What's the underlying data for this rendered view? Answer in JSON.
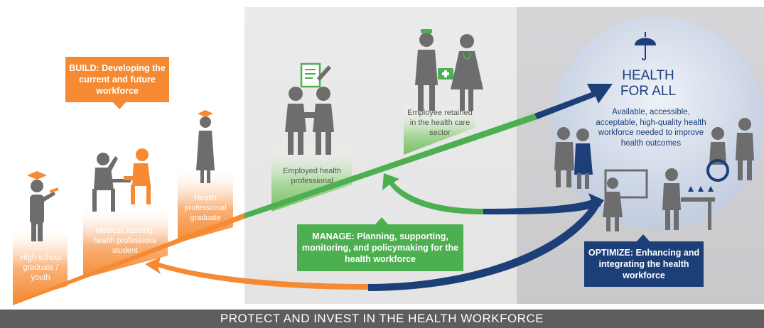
{
  "stages": {
    "youth": "High school graduate / youth",
    "student": "Medical, nursing, health professions student",
    "graduate": "Health professional graduate",
    "employed": "Employed health professional",
    "retained": "Employee retained in the health care sector"
  },
  "callouts": {
    "build_key": "BUILD:",
    "build_text": "Developing the current and future workforce",
    "manage_key": "MANAGE:",
    "manage_text": "Planning, supporting, monitoring, and policymaking for the health workforce",
    "optimize_key": "OPTIMIZE:",
    "optimize_text": "Enhancing and integrating the health workforce"
  },
  "goal": {
    "title_line1": "HEALTH",
    "title_line2": "FOR ALL",
    "description": "Available, accessible, acceptable, high-quality health workforce needed to improve health outcomes"
  },
  "footer": "PROTECT AND INVEST IN THE HEALTH WORKFORCE",
  "colors": {
    "orange": "#f58a33",
    "green": "#4caf50",
    "navy": "#1c3f78",
    "gray_figure": "#6d6d6d",
    "footer_bg": "#5d5d5d"
  },
  "icons": [
    "graduation-cap-icon",
    "student-desk-icon",
    "contract-icon",
    "handshake-icon",
    "medical-kit-icon",
    "umbrella-icon",
    "hands-icon"
  ]
}
